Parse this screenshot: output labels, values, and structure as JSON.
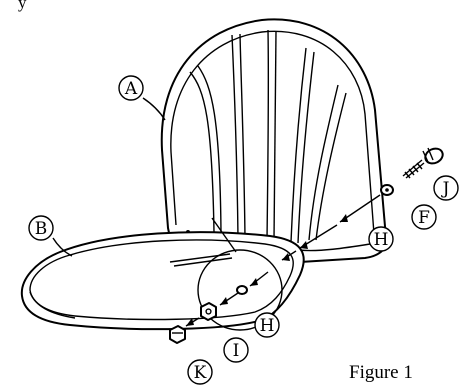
{
  "figure": {
    "caption": "Figure 1",
    "top_partial_text": "y"
  },
  "labels": {
    "A": "A",
    "B": "B",
    "F": "F",
    "H_upper": "H",
    "H_lower": "H",
    "I": "I",
    "J": "J",
    "K": "K"
  }
}
